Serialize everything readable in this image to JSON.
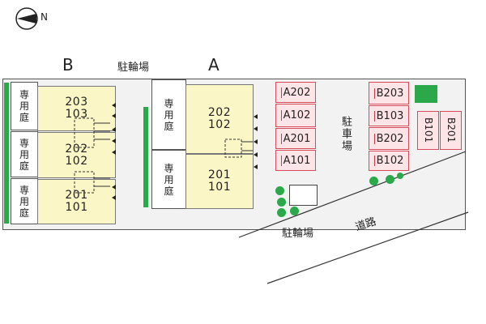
{
  "compass": {
    "north_label": "N"
  },
  "buildings": {
    "B": {
      "label": "B",
      "units": [
        {
          "top": "203",
          "bottom": "103"
        },
        {
          "top": "202",
          "bottom": "102"
        },
        {
          "top": "201",
          "bottom": "101"
        }
      ]
    },
    "A": {
      "label": "A",
      "units": [
        {
          "top": "202",
          "bottom": "102"
        },
        {
          "top": "201",
          "bottom": "101"
        }
      ]
    }
  },
  "private_garden": {
    "label_chars": [
      "専",
      "用",
      "庭"
    ]
  },
  "bike_parking_label": "駐輪場",
  "parking": {
    "label": "駐車場",
    "column_a": [
      "A202",
      "A102",
      "A201",
      "A101"
    ],
    "column_b": [
      "B203",
      "B103",
      "B202",
      "B102"
    ],
    "vertical": [
      "B101",
      "B201"
    ]
  },
  "road_label": "道路",
  "colors": {
    "green": "#2aa84a",
    "unit_fill": "#fbf6c6",
    "parking_fill": "#fde4e6",
    "parking_border": "#d64a5a"
  }
}
